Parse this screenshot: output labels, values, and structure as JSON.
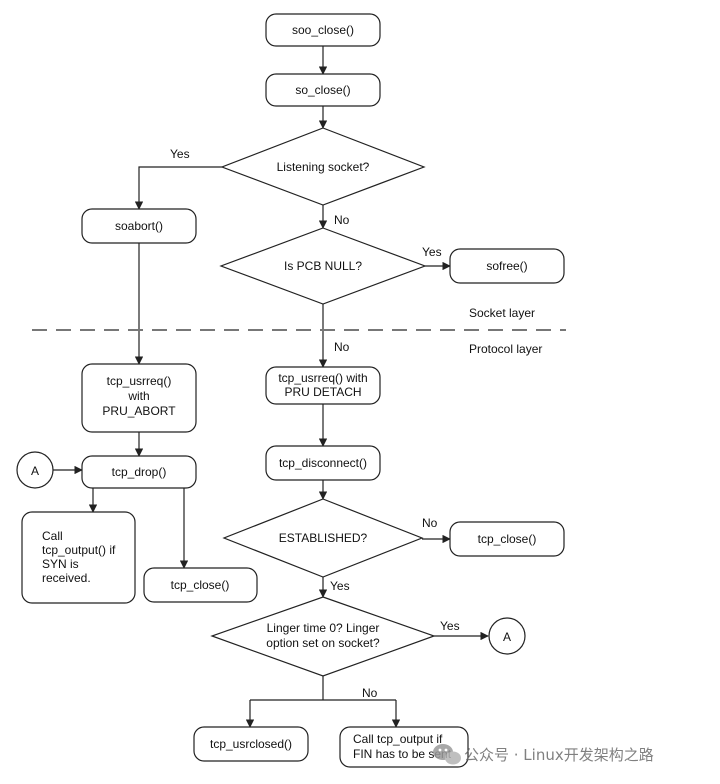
{
  "nodes": {
    "soo_close": "soo_close()",
    "so_close": "so_close()",
    "listening": "Listening socket?",
    "soabort": "soabort()",
    "pcb_null": "Is PCB NULL?",
    "sofree": "sofree()",
    "tcp_usrreq_abort": [
      "tcp_usrreq()",
      "with",
      "PRU_ABORT"
    ],
    "tcp_usrreq_detach": [
      "tcp_usrreq() with",
      "PRU DETACH"
    ],
    "tcp_drop": "tcp_drop()",
    "connector_a_left": "A",
    "tcp_disconnect": "tcp_disconnect()",
    "call_tcp_output_syn": [
      "Call",
      "tcp_output() if",
      "SYN is",
      "received."
    ],
    "established": "ESTABLISHED?",
    "tcp_close_left": "tcp_close()",
    "tcp_close_right": "tcp_close()",
    "linger": [
      "Linger time 0? Linger",
      "option set on socket?"
    ],
    "connector_a_right": "A",
    "tcp_usrclosed": "tcp_usrclosed()",
    "call_tcp_output_fin": [
      "Call tcp_output if",
      "FIN has to be sent"
    ]
  },
  "edge_labels": {
    "listening_yes": "Yes",
    "listening_no": "No",
    "pcb_yes": "Yes",
    "pcb_no": "No",
    "established_no": "No",
    "established_yes": "Yes",
    "linger_yes": "Yes",
    "linger_no": "No"
  },
  "layers": {
    "socket": "Socket layer",
    "protocol": "Protocol layer"
  },
  "watermark": "公众号 · Linux开发架构之路"
}
